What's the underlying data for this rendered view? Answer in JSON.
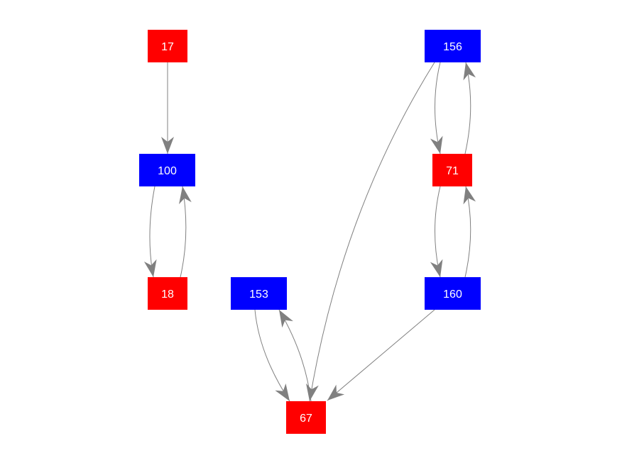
{
  "graph": {
    "type": "directed-graph",
    "colors": {
      "red": "#ff0000",
      "blue": "#0000ff",
      "edge": "#808080",
      "label": "#ffffff"
    },
    "nodes": [
      {
        "id": "17",
        "label": "17",
        "color": "red"
      },
      {
        "id": "100",
        "label": "100",
        "color": "blue"
      },
      {
        "id": "18",
        "label": "18",
        "color": "red"
      },
      {
        "id": "153",
        "label": "153",
        "color": "blue"
      },
      {
        "id": "156",
        "label": "156",
        "color": "blue"
      },
      {
        "id": "71",
        "label": "71",
        "color": "red"
      },
      {
        "id": "160",
        "label": "160",
        "color": "blue"
      },
      {
        "id": "67",
        "label": "67",
        "color": "red"
      }
    ],
    "edges": [
      {
        "from": "17",
        "to": "100"
      },
      {
        "from": "100",
        "to": "18"
      },
      {
        "from": "18",
        "to": "100"
      },
      {
        "from": "156",
        "to": "71"
      },
      {
        "from": "71",
        "to": "156"
      },
      {
        "from": "71",
        "to": "160"
      },
      {
        "from": "160",
        "to": "71"
      },
      {
        "from": "156",
        "to": "67"
      },
      {
        "from": "160",
        "to": "67"
      },
      {
        "from": "153",
        "to": "67"
      },
      {
        "from": "67",
        "to": "153"
      }
    ]
  }
}
